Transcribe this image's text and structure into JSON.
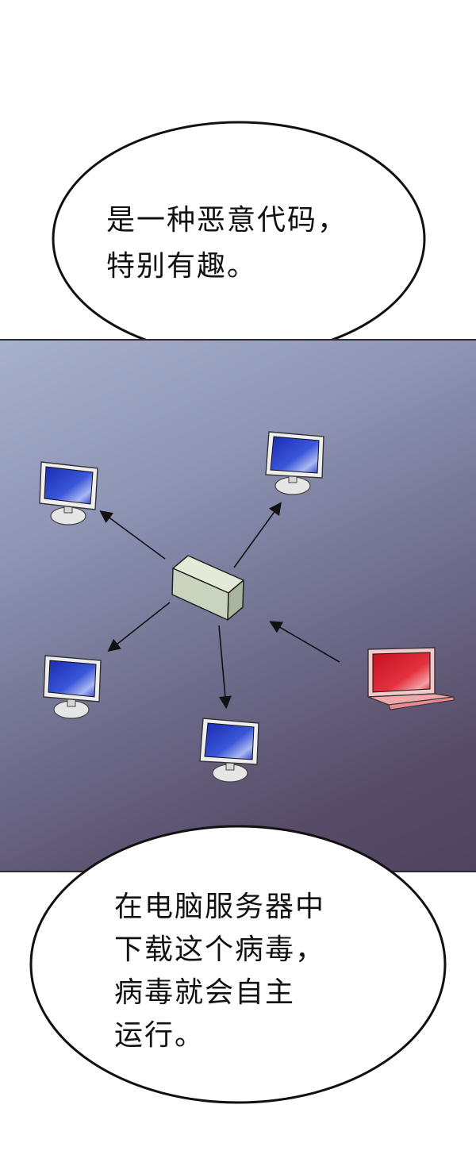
{
  "bubble_top": {
    "lines": [
      "是一种恶意代码，",
      "特别有趣。"
    ]
  },
  "bubble_bottom": {
    "lines": [
      "在电脑服务器中",
      "下载这个病毒，",
      "病毒就会自主",
      "运行。"
    ]
  },
  "network": {
    "hub": "server-box",
    "nodes": [
      "monitor-top-left",
      "monitor-top-right",
      "monitor-bottom-left",
      "monitor-bottom-center",
      "laptop-infected"
    ],
    "colors": {
      "monitor_screen": "#2f43c4",
      "infected_screen": "#d81e2b",
      "server_box": "#c9d3bd"
    }
  }
}
